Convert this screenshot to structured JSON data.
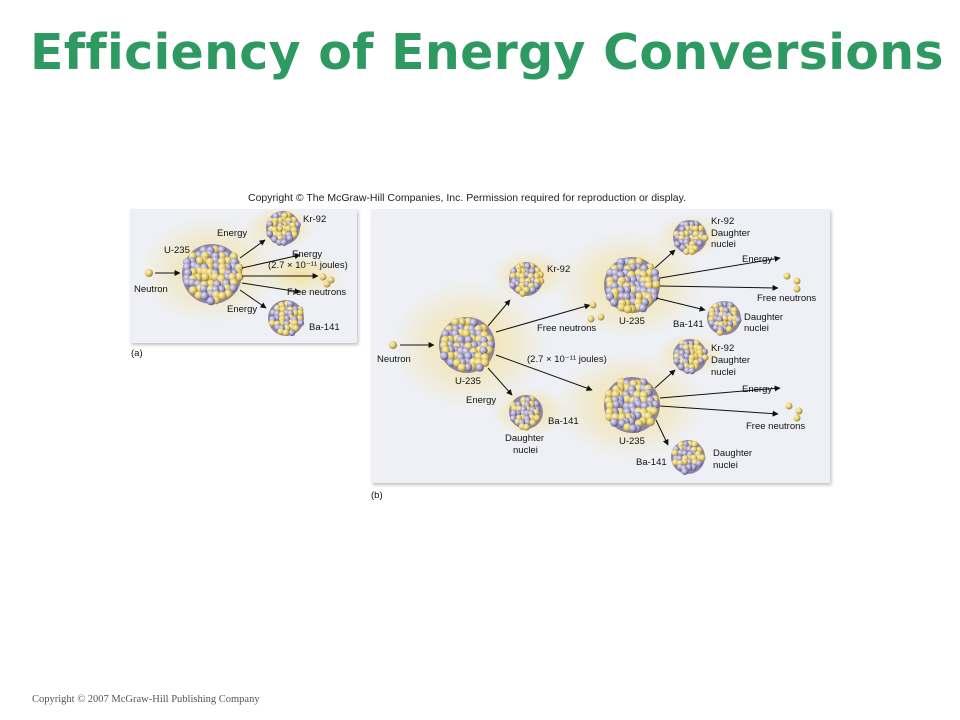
{
  "title": "Efficiency of Energy Conversions",
  "credit": "Copyright © The McGraw-Hill Companies, Inc. Permission required for reproduction or display.",
  "footer": "Copyright © 2007 McGraw-Hill Publishing Company",
  "colors": {
    "title": "#2e9a62",
    "panel": "#eef0f6",
    "glow": "#f7e7a6",
    "nucleus_a": "#e9d67a",
    "nucleus_b": "#a9a5c8"
  },
  "panel_a": {
    "tag": "(a)",
    "neutron": "Neutron",
    "u235": "U-235",
    "energy_top": "Energy",
    "kr92": "Kr-92",
    "energy_mid": "Energy",
    "energy_value": "(2.7 × 10⁻¹¹ joules)",
    "free_neutrons": "Free neutrons",
    "energy_bottom": "Energy",
    "ba141": "Ba-141"
  },
  "panel_b": {
    "tag": "(b)",
    "neutron": "Neutron",
    "u235": "U-235",
    "kr92": "Kr-92",
    "free_neutrons": "Free neutrons",
    "energy_value": "(2.7 × 10⁻¹¹ joules)",
    "energy": "Energy",
    "ba141": "Ba-141",
    "daughter_line1": "Daughter",
    "daughter_line2": "nuclei",
    "top_u235": "U-235",
    "top_kr92": "Kr-92",
    "top_kr92_daughter1": "Daughter",
    "top_kr92_daughter2": "nuclei",
    "top_energy": "Energy",
    "top_free_neutrons": "Free neutrons",
    "top_ba141": "Ba-141",
    "top_ba141_daughter1": "Daughter",
    "top_ba141_daughter2": "nuclei",
    "bot_u235": "U-235",
    "bot_kr92": "Kr-92",
    "bot_kr92_daughter1": "Daughter",
    "bot_kr92_daughter2": "nuclei",
    "bot_energy": "Energy",
    "bot_free_neutrons": "Free neutrons",
    "bot_ba141": "Ba-141",
    "bot_ba141_daughter1": "Daughter",
    "bot_ba141_daughter2": "nuclei"
  }
}
